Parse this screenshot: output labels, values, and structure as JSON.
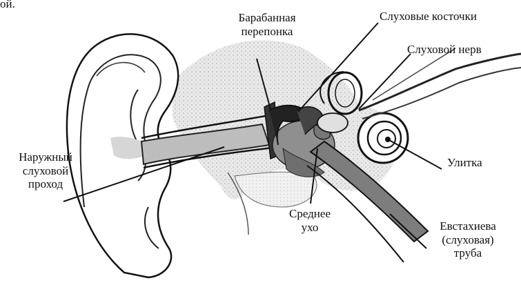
{
  "top_fragment": "ой.",
  "labels": {
    "eardrum": [
      "Барабанная",
      "перепонка"
    ],
    "ossicles": "Слуховые косточки",
    "auditory_nerve": "Слуховой нерв",
    "cochlea": "Улитка",
    "ear_canal": [
      "Наружный",
      "слуховой",
      "проход"
    ],
    "middle_ear": [
      "Среднее",
      "ухо"
    ],
    "eustachian_tube": [
      "Евстахиева",
      "(слуховая)",
      "труба"
    ]
  }
}
